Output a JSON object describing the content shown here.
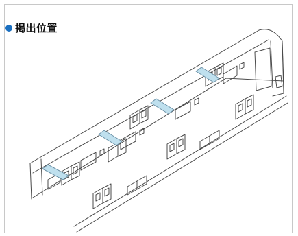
{
  "title": "掲出位置",
  "colors": {
    "bullet": "#1a6fc0",
    "line": "#4a4a4a",
    "panel_fill": "#bfe0ee",
    "panel_stroke": "#6a8fa5"
  },
  "diagram": {
    "subject": "train-car-interior",
    "marked_positions_count": 4
  }
}
